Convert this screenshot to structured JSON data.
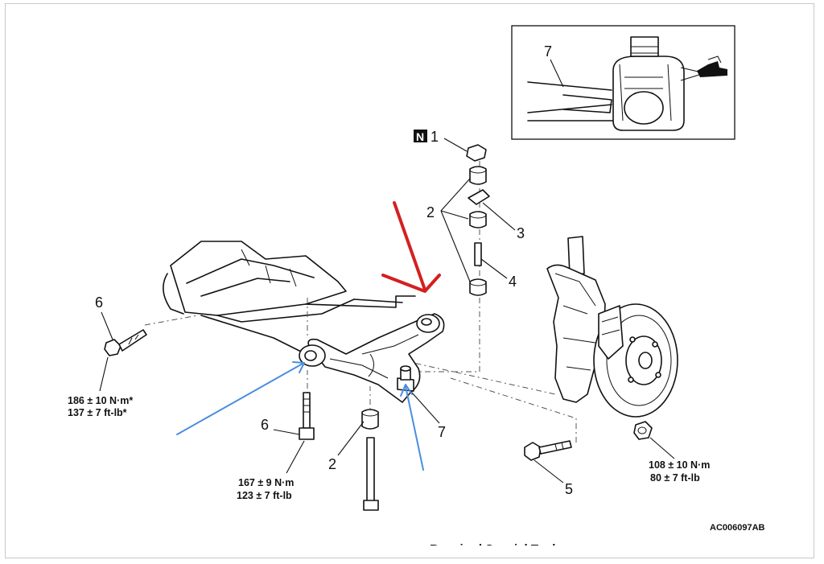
{
  "labels": {
    "n_badge": "N",
    "p1": "1",
    "p2_top": "2",
    "p3": "3",
    "p4": "4",
    "p6_left": "6",
    "p6_mid": "6",
    "p2_bottom": "2",
    "p7": "7",
    "p5": "5",
    "inset_7": "7"
  },
  "torques": {
    "left": {
      "nm": "186 ± 10 N·m*",
      "ftlb": "137 ± 7 ft-lb*"
    },
    "middle": {
      "nm": "167 ± 9 N·m",
      "ftlb": "123 ± 7 ft-lb"
    },
    "right": {
      "nm": "108 ± 10 N·m",
      "ftlb": "80 ± 7 ft-lb"
    }
  },
  "figure_code": "AC006097AB",
  "footer_partial": "Required Special Tools:",
  "colors": {
    "red_arrow": "#d42020",
    "blue_arrow": "#4a8ee0",
    "line": "#111111"
  }
}
